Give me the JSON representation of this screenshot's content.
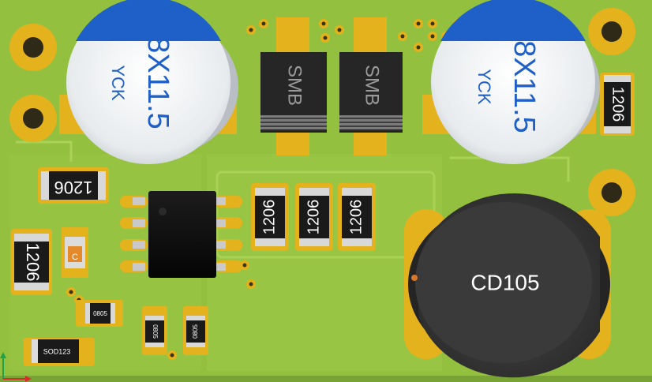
{
  "colors": {
    "board": "#8fbd3e",
    "board_light": "#a3cd4d",
    "pad": "#e3b21c",
    "pad_dark": "#c9971a",
    "hole": "#2f2a18",
    "ic": "#111111",
    "cap_top": "#f3f5f7",
    "cap_band": "#1e5fc8",
    "cap_text": "#1e5fc8",
    "inductor": "#3b3b3b"
  },
  "components": {
    "cap_left": {
      "value": "8X11.5",
      "brand": "YCK"
    },
    "cap_right": {
      "value": "8X11.5",
      "brand": "YCK"
    },
    "diode_left": {
      "package": "SMB"
    },
    "diode_right": {
      "package": "SMB"
    },
    "res_top_right": {
      "package": "1206"
    },
    "res_left_horizontal": {
      "package": "1206"
    },
    "res_left_vertical": {
      "package": "1206"
    },
    "res_mid_1": {
      "package": "1206"
    },
    "res_mid_2": {
      "package": "1206"
    },
    "res_mid_3": {
      "package": "1206"
    },
    "small_0805_a": {
      "package": "0805"
    },
    "small_0805_b": {
      "package": "0805"
    },
    "small_0805_c": {
      "package": "0805"
    },
    "led_marker": {
      "label": "C"
    },
    "diode_small": {
      "package": "SOD123"
    },
    "inductor": {
      "part": "CD105"
    }
  }
}
